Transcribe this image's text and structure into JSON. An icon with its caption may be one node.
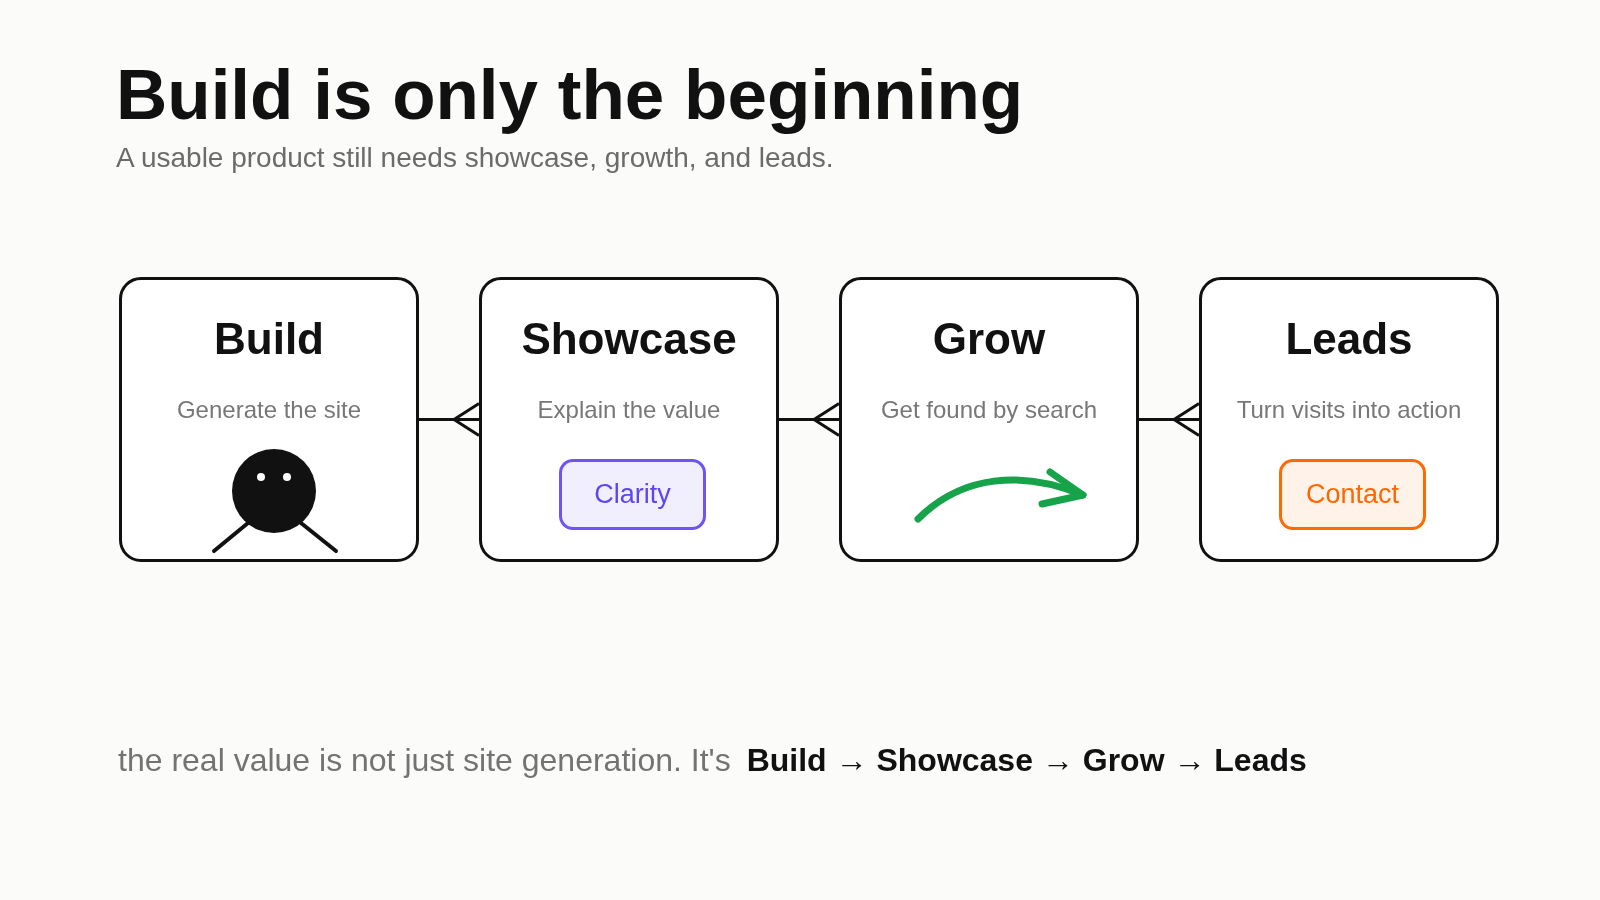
{
  "diagram": {
    "title": "Build is only the beginning",
    "nodes": [
      {
        "text": [
          "Build",
          "Generate the site"
        ]
      },
      {
        "text": [
          "Showcase",
          "Explain the value"
        ]
      },
      {
        "text": [
          "Grow",
          "Get found by search"
        ]
      },
      {
        "text": [
          "Leads",
          "Turn visits into action"
        ]
      },
      {
        "text": [
          "Clarity"
        ],
        "in": 1
      },
      {
        "text": [
          "Contact"
        ],
        "in": 3
      }
    ],
    "edges": [
      {
        "from": 0,
        "to": 1,
        "arrow": "other"
      },
      {
        "from": 1,
        "to": 2,
        "arrow": "other"
      },
      {
        "from": 2,
        "to": 3,
        "arrow": "other"
      }
    ],
    "labels": [
      "A usable product still needs showcase, growth, and leads.",
      "the real value is not just site generation. It's",
      "Build → Showcase → Grow → Leads"
    ]
  }
}
